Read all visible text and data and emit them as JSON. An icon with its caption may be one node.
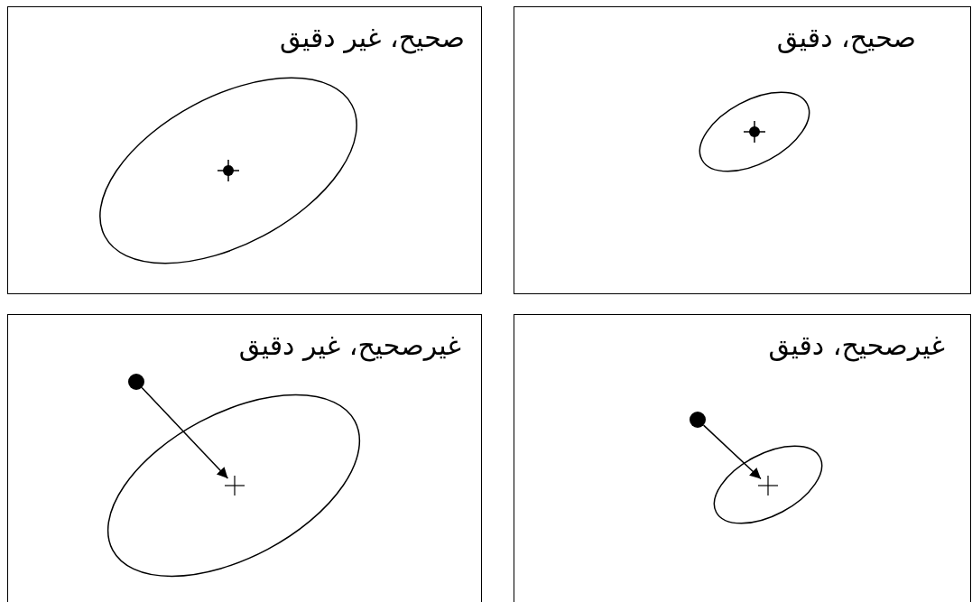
{
  "diagram": {
    "nodes": [
      {
        "text": [
          "صحيح، غير دقيق"
        ]
      },
      {
        "text": [
          "صحيح، دقيق"
        ]
      },
      {
        "text": [
          "غيرصحيح، غير دقيق"
        ]
      },
      {
        "text": [
          "غيرصحيح، دقيق"
        ]
      },
      {
        "text": [],
        "shape": "circle",
        "in": 2
      },
      {
        "text": [],
        "shape": "cross",
        "in": 2
      },
      {
        "text": [],
        "shape": "circle",
        "in": 3
      },
      {
        "text": [],
        "shape": "cross",
        "in": 3
      }
    ],
    "edges": [
      {
        "from": 4,
        "to": 5,
        "arrow": "to"
      },
      {
        "from": 6,
        "to": 7,
        "arrow": "to"
      }
    ]
  }
}
